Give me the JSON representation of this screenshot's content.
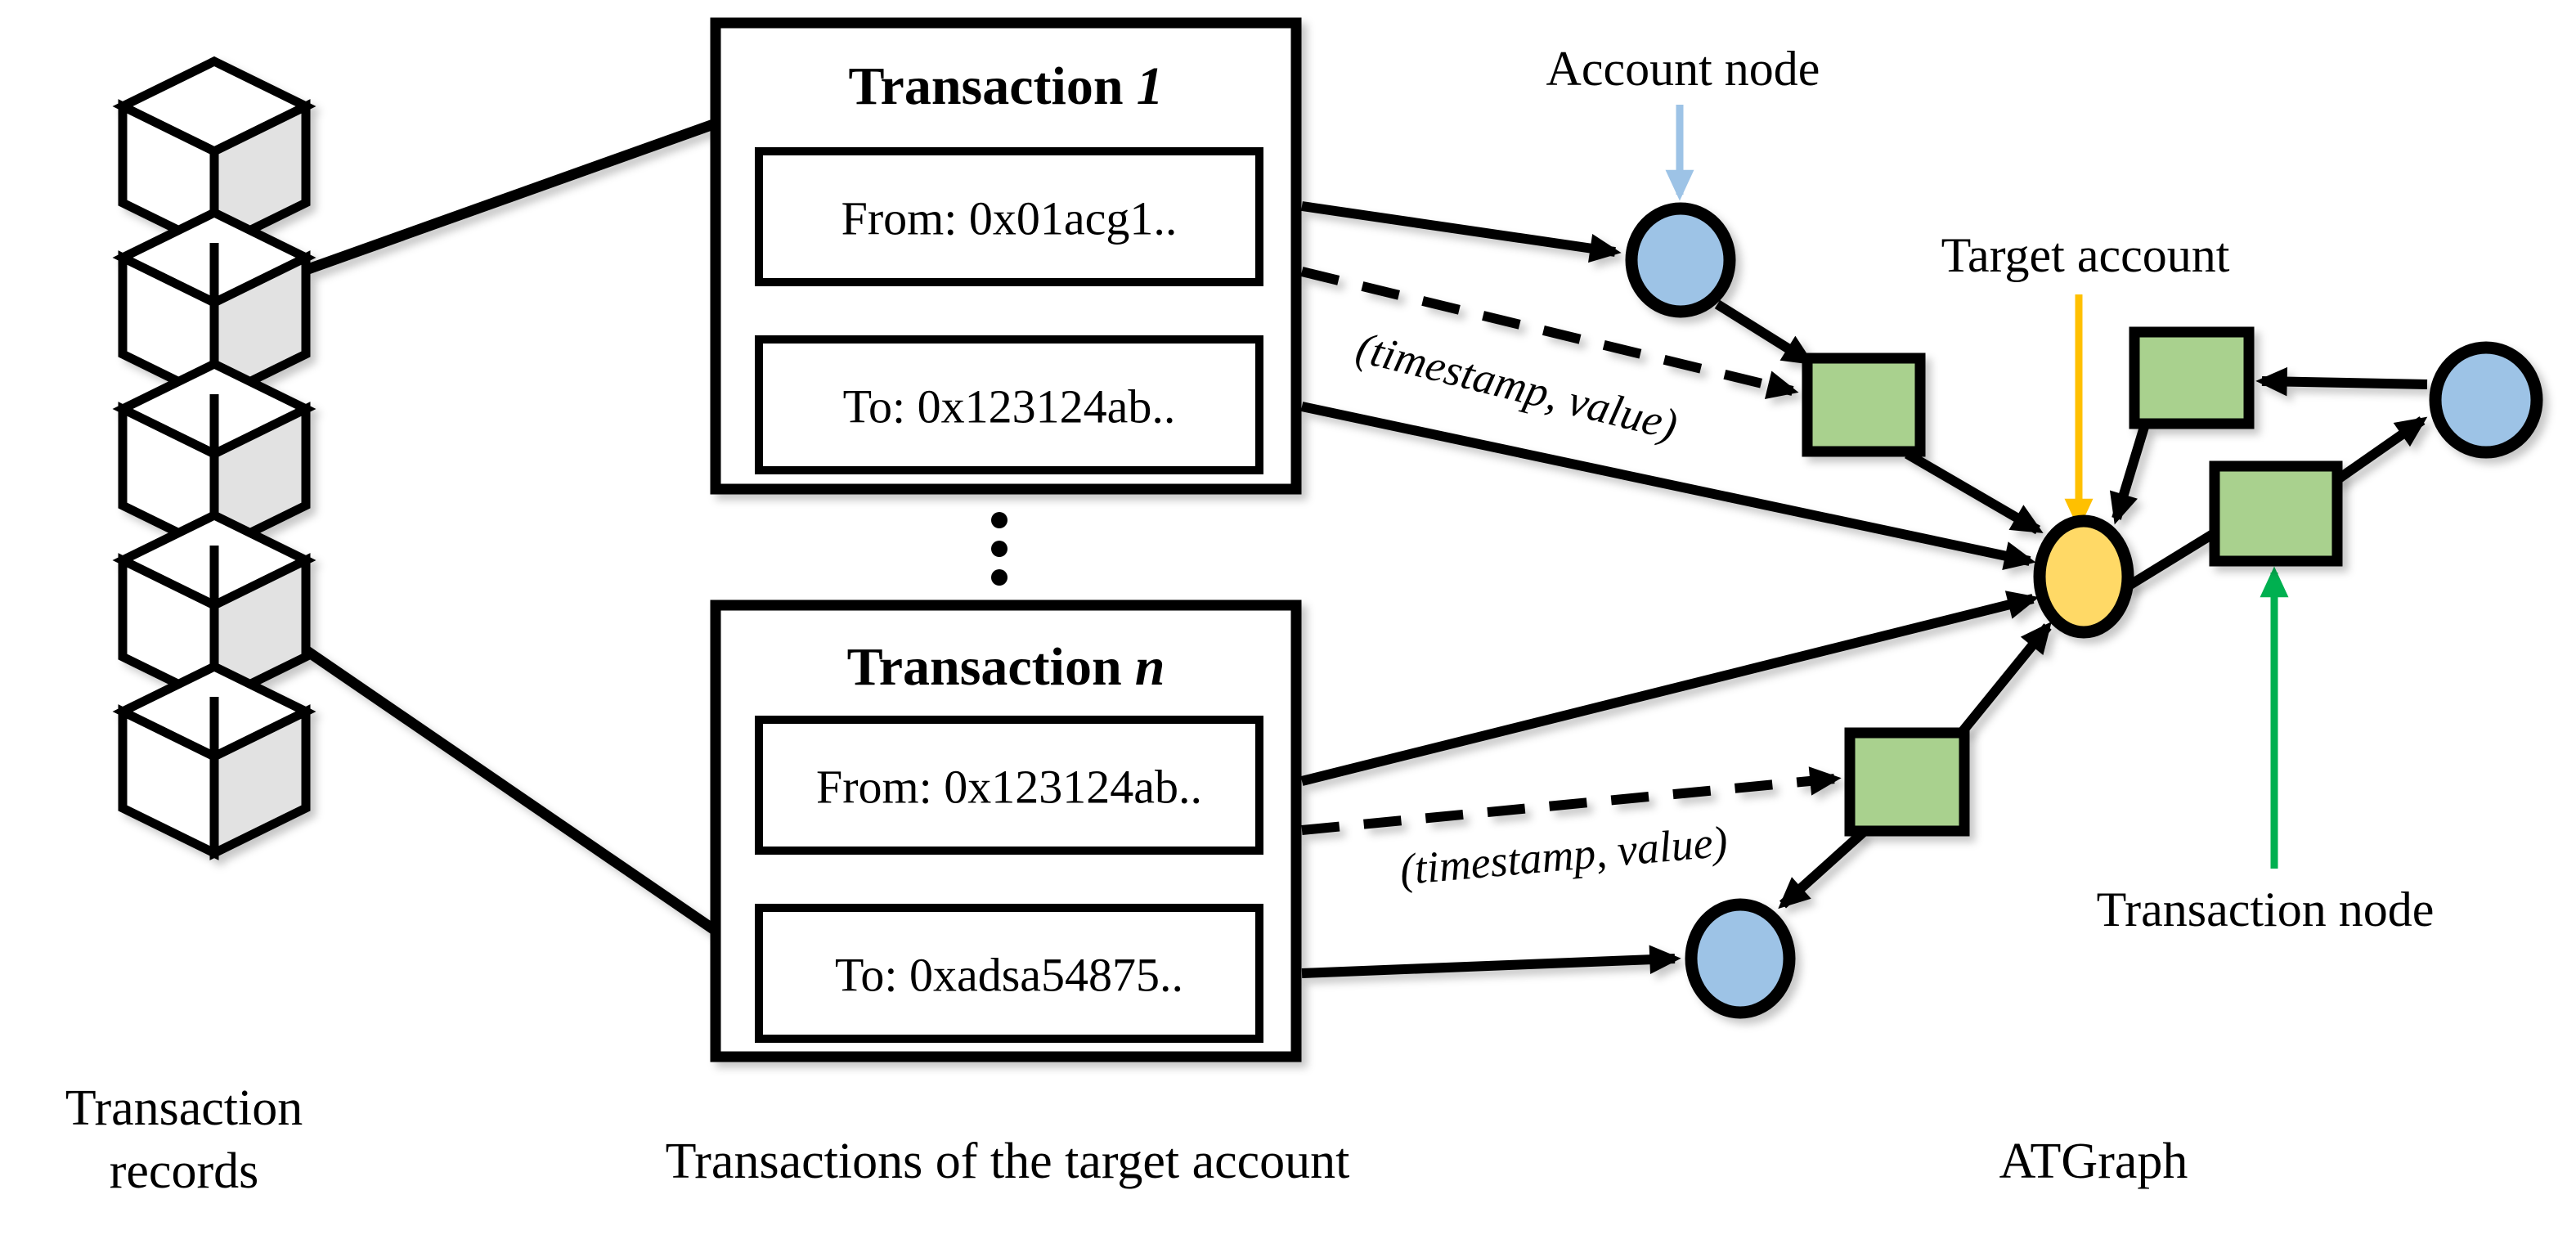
{
  "blockchain": {
    "caption_line1": "Transaction",
    "caption_line2": "records"
  },
  "transactions": {
    "caption": "Transactions of the target account",
    "boxes": [
      {
        "title_word": "Transaction",
        "title_index": "1",
        "from_field": "From: 0x01acg1..",
        "to_field": "To: 0x123124ab.."
      },
      {
        "title_word": "Transaction",
        "title_index": "n",
        "from_field": "From: 0x123124ab..",
        "to_field": "To: 0xadsa54875.."
      }
    ]
  },
  "graph": {
    "caption": "ATGraph",
    "labels": {
      "account_node": "Account node",
      "target_account": "Target account",
      "transaction_node": "Transaction node",
      "edge_top": "(timestamp, value)",
      "edge_bottom": "(timestamp, value)"
    },
    "colors": {
      "account_fill": "#9DC3E6",
      "transaction_fill": "#A9D18E",
      "target_fill": "#FFD966",
      "target_arrow": "#FFC000",
      "transaction_arrow": "#00B050",
      "account_arrow": "#9DC3E6",
      "edge_color": "#000000",
      "cube_side_fill": "#E2E2E2"
    }
  }
}
